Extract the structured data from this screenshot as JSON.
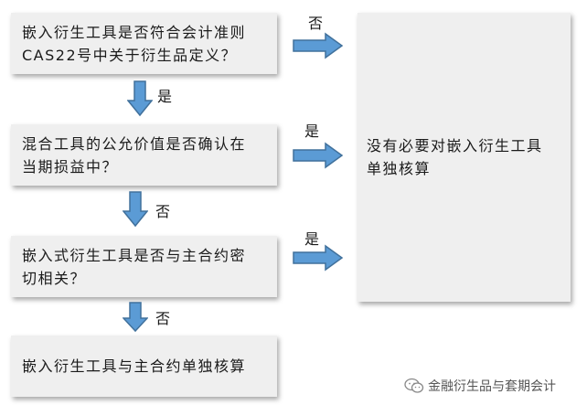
{
  "steps": [
    {
      "text": "嵌入衍生工具是否符合会计准则\nCAS22号中关于衍生品定义？"
    },
    {
      "text": "混合工具的公允价值是否确认在\n当期损益中？"
    },
    {
      "text": "嵌入式衍生工具是否与主合约密\n切相关？"
    }
  ],
  "result_separate": "嵌入衍生工具与主合约单独核算",
  "result_none": "没有必要对嵌入衍生工具\n单独核算",
  "labels": {
    "q1_right": "否",
    "q1_down": "是",
    "q2_right": "是",
    "q2_down": "否",
    "q3_right": "是",
    "q3_down": "否"
  },
  "watermark": "金融衍生品与套期会计",
  "colors": {
    "arrow_fill": "#5b9bd5",
    "arrow_stroke": "#41719c",
    "box_fill": "#efefef"
  }
}
